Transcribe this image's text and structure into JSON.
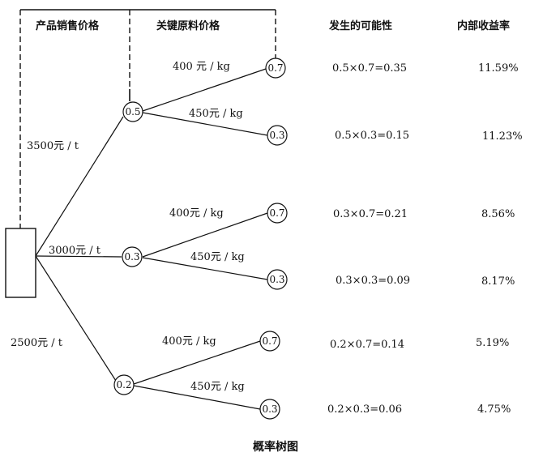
{
  "headers": {
    "sales_price": "产品销售价格",
    "material_price": "关键原料价格",
    "probability": "发生的可能性",
    "irr": "内部收益率"
  },
  "caption": "概率树图",
  "branches": [
    {
      "price_label": "3500元 / t",
      "node": "0.5",
      "leaves": [
        {
          "material_label": "400 元 / kg",
          "node": "0.7",
          "probability": "0.5×0.7=0.35",
          "irr": "11.59%"
        },
        {
          "material_label": "450元 / kg",
          "node": "0.3",
          "probability": "0.5×0.3=0.15",
          "irr": "11.23%"
        }
      ]
    },
    {
      "price_label": "3000元 / t",
      "node": "0.3",
      "leaves": [
        {
          "material_label": "400元 / kg",
          "node": "0.7",
          "probability": "0.3×0.7=0.21",
          "irr": "8.56%"
        },
        {
          "material_label": "450元 / kg",
          "node": "0.3",
          "probability": "0.3×0.3=0.09",
          "irr": "8.17%"
        }
      ]
    },
    {
      "price_label": "2500元 / t",
      "node": "0.2",
      "leaves": [
        {
          "material_label": "400元 / kg",
          "node": "0.7",
          "probability": "0.2×0.7=0.14",
          "irr": "5.19%"
        },
        {
          "material_label": "450元 / kg",
          "node": "0.3",
          "probability": "0.2×0.3=0.06",
          "irr": "4.75%"
        }
      ]
    }
  ]
}
